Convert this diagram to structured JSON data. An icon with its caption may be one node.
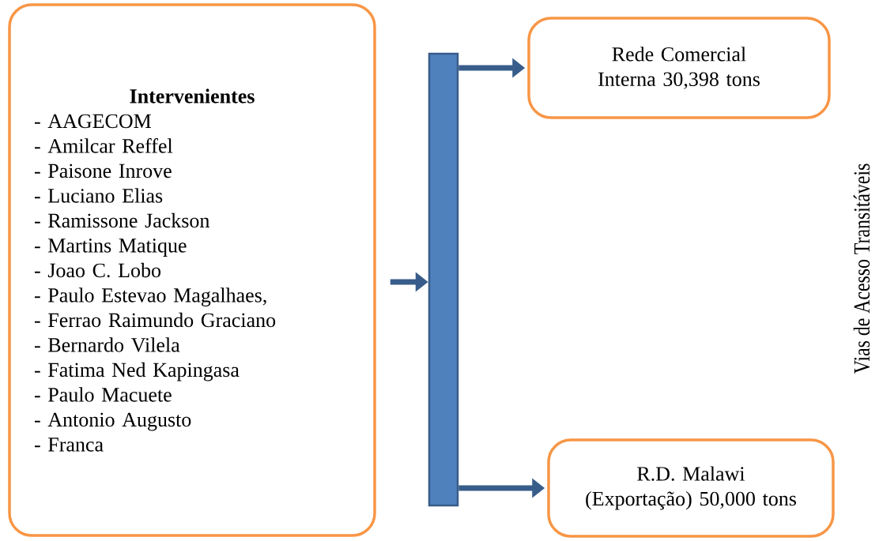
{
  "diagram": {
    "nodes": [
      {
        "text": [
          "Intervenientes",
          "- AAGECOM",
          "- Amilcar Reffel",
          "- Paisone Inrove",
          "- Luciano Elias",
          "- Ramissone Jackson",
          "- Martins Matique",
          "- Joao C. Lobo",
          "- Paulo Estevao Magalhaes,",
          "- Ferrao Raimundo Graciano",
          "- Bernardo Vilela",
          "- Fatima Ned Kapingasa",
          "- Paulo Macuete",
          "- Antonio Augusto",
          "- Franca"
        ]
      },
      {
        "text": [],
        "shape": "bar"
      },
      {
        "text": [
          "Rede Comercial Interna  30,398 tons"
        ]
      },
      {
        "text": [
          "R.D. Malawi (Exportação) 50,000 tons"
        ]
      }
    ],
    "edges": [
      {
        "from": 0,
        "to": 1,
        "arrow": "to"
      },
      {
        "from": 1,
        "to": 2,
        "arrow": "to"
      },
      {
        "from": 1,
        "to": 3,
        "arrow": "to"
      }
    ],
    "labels": [
      "Vias de Acesso Transitáveis"
    ]
  }
}
